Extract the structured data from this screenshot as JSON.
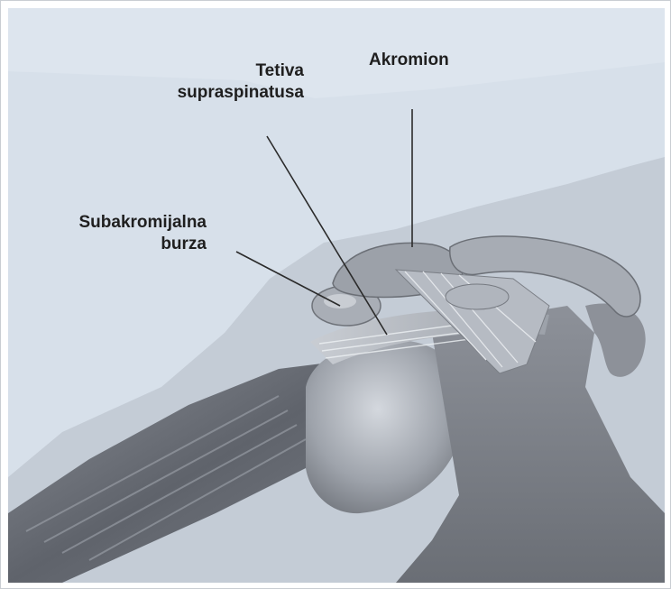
{
  "labels": {
    "tetiva": {
      "line1": "Tetiva",
      "line2": "supraspinatusa"
    },
    "akromion": {
      "text": "Akromion"
    },
    "burza": {
      "line1": "Subakromijalna",
      "line2": "burza"
    }
  },
  "colors": {
    "background": "#d7e0ea",
    "tissue": "#6e7178",
    "highlight": "#b9bec6",
    "label_text": "#1f1f1f",
    "leader_line": "#2b2b2b"
  }
}
